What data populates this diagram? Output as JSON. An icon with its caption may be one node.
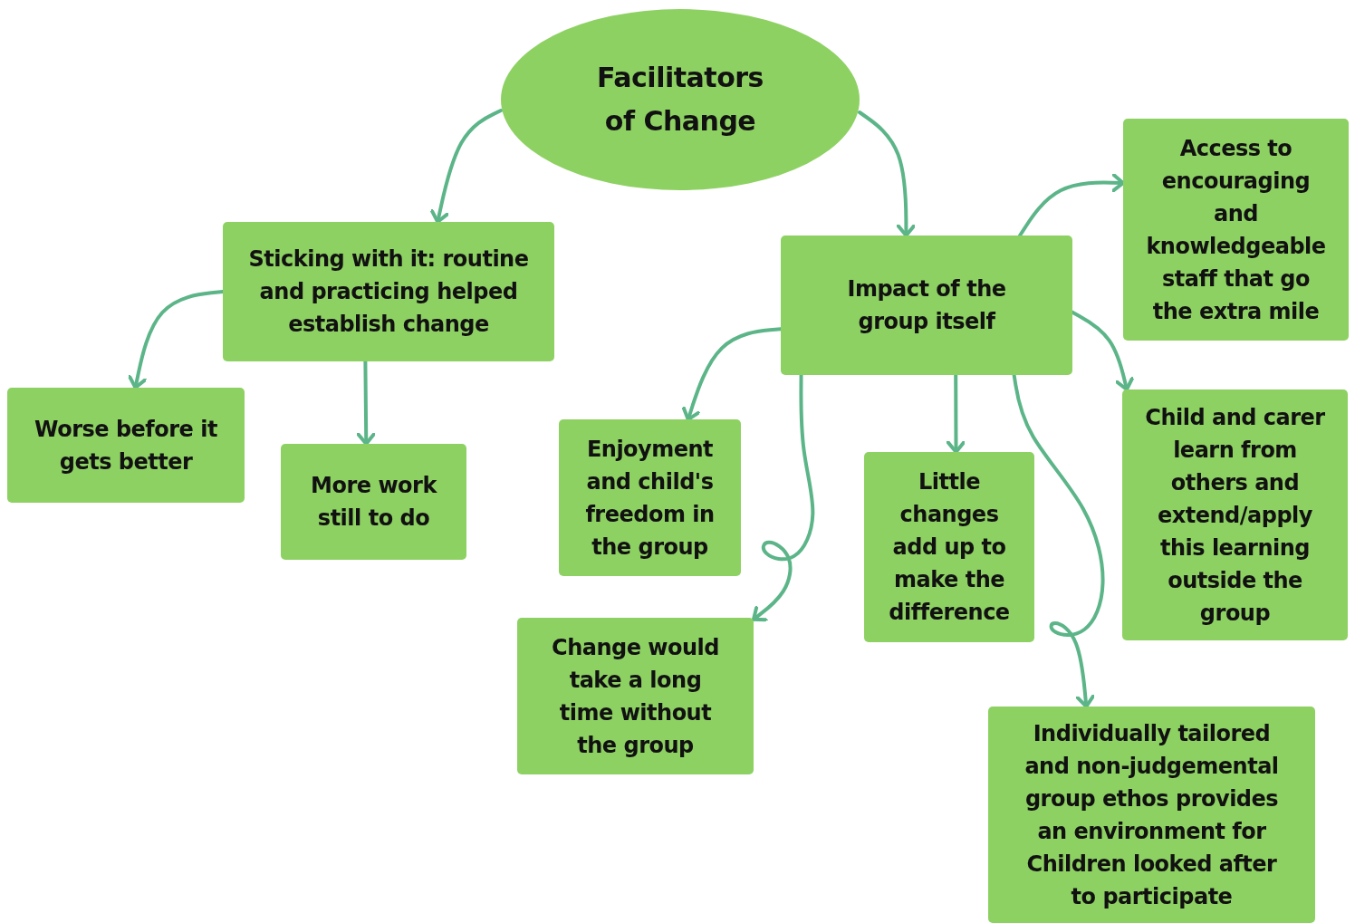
{
  "diagram": {
    "nodes": [
      {
        "text": [
          "Facilitators of Change"
        ]
      },
      {
        "text": [
          "Sticking with it: routine and practicing helped establish change"
        ]
      },
      {
        "text": [
          "Worse before it gets better"
        ]
      },
      {
        "text": [
          "More work still to do"
        ]
      },
      {
        "text": [
          "Impact of the group itself"
        ]
      },
      {
        "text": [
          "Access to encouraging and knowledgeable staff that go the extra mile"
        ]
      },
      {
        "text": [
          "Enjoyment and child's freedom in the group"
        ]
      },
      {
        "text": [
          "Little changes add up to make the difference"
        ]
      },
      {
        "text": [
          "Child and carer learn from others and extend/apply this learning outside the group"
        ]
      },
      {
        "text": [
          "Change would take a long time without the group"
        ]
      },
      {
        "text": [
          "Individually tailored and non-judgemental group ethos provides an environment for Children looked after to participate"
        ]
      }
    ],
    "edges": [
      {
        "from": 0,
        "to": 1,
        "arrow": "to"
      },
      {
        "from": 0,
        "to": 4,
        "arrow": "to"
      },
      {
        "from": 1,
        "to": 2,
        "arrow": "to"
      },
      {
        "from": 1,
        "to": 3,
        "arrow": "to"
      },
      {
        "from": 4,
        "to": 5,
        "arrow": "to"
      },
      {
        "from": 4,
        "to": 6,
        "arrow": "to"
      },
      {
        "from": 4,
        "to": 9,
        "arrow": "to"
      },
      {
        "from": 4,
        "to": 7,
        "arrow": "to"
      },
      {
        "from": 4,
        "to": 8,
        "arrow": "to"
      },
      {
        "from": 4,
        "to": 10,
        "arrow": "to"
      }
    ]
  }
}
